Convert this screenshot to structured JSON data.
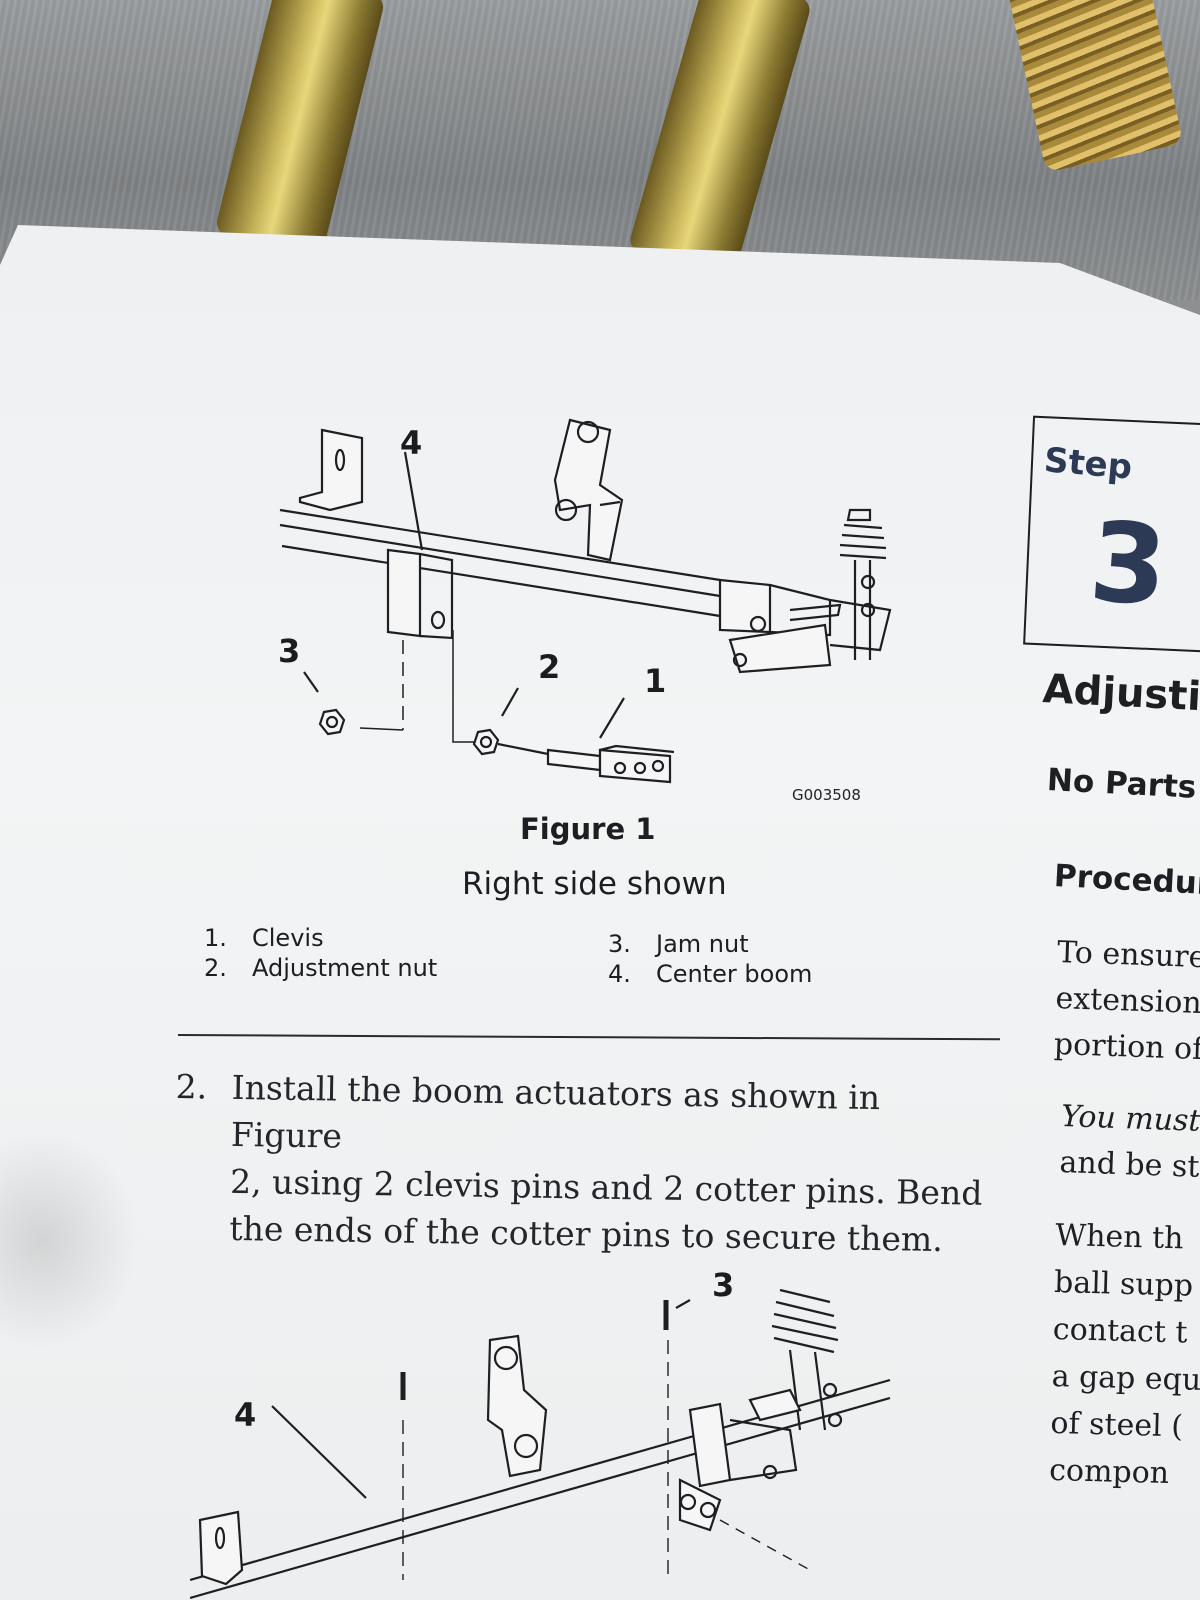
{
  "figure1": {
    "callouts": [
      "4",
      "3",
      "2",
      "1"
    ],
    "code": "G003508",
    "title": "Figure 1",
    "caption": "Right side shown",
    "legend_left": [
      {
        "num": "1.",
        "label": "Clevis"
      },
      {
        "num": "2.",
        "label": "Adjustment nut"
      }
    ],
    "legend_right": [
      {
        "num": "3.",
        "label": "Jam nut"
      },
      {
        "num": "4.",
        "label": "Center boom"
      }
    ]
  },
  "instruction": {
    "number": "2.",
    "lines": [
      "Install the boom actuators as shown in Figure",
      "2, using 2 clevis pins and 2 cotter pins. Bend",
      "the ends of the cotter pins to secure them."
    ]
  },
  "figure2": {
    "callouts": [
      "3",
      "4"
    ]
  },
  "step": {
    "label": "Step",
    "number": "3"
  },
  "right_column": {
    "heading": "Adjustin",
    "subheading": "No Parts I",
    "procedure": "Procedur",
    "para1": [
      "To ensure t",
      "extension l",
      "portion of"
    ],
    "para2_a": "You must",
    "para2_b": "and be st",
    "para3": [
      "When th",
      "ball supp",
      "contact t",
      "a gap equ",
      "of steel (",
      "compon"
    ]
  }
}
